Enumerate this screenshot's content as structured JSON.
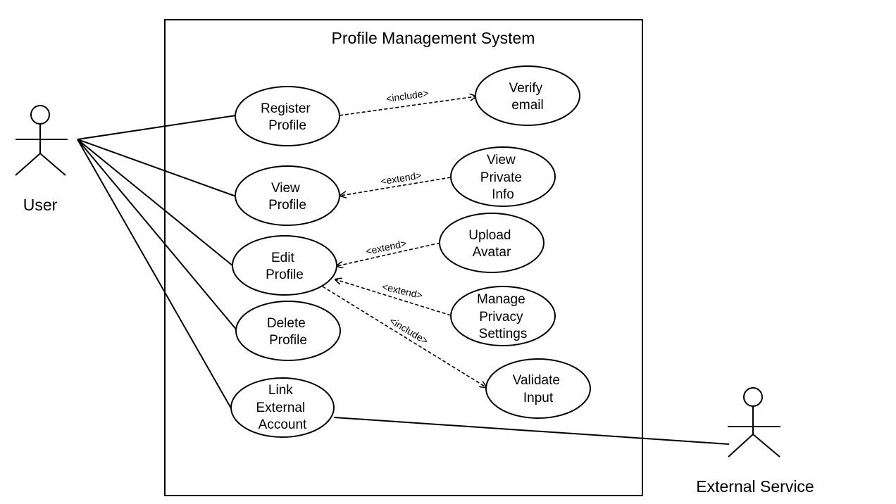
{
  "system": {
    "title": "Profile Management System"
  },
  "actors": {
    "user": "User",
    "external_service": "External Service"
  },
  "use_cases": {
    "register_profile": [
      "Register",
      "Profile"
    ],
    "verify_email": [
      "Verify",
      "email"
    ],
    "view_profile": [
      "View",
      "Profile"
    ],
    "view_private_info": [
      "View",
      "Private",
      "Info"
    ],
    "edit_profile": [
      "Edit",
      "Profile"
    ],
    "upload_avatar": [
      "Upload",
      "Avatar"
    ],
    "manage_privacy_settings": [
      "Manage",
      "Privacy",
      "Settings"
    ],
    "delete_profile": [
      "Delete",
      "Profile"
    ],
    "validate_input": [
      "Validate",
      "Input"
    ],
    "link_external_account": [
      "Link",
      "External",
      "Account"
    ]
  },
  "relationships": {
    "register_includes_verify": "<include>",
    "private_extends_view": "<extend>",
    "avatar_extends_edit": "<extend>",
    "privacy_extends_edit": "<extend>",
    "edit_includes_validate": "<include>"
  }
}
